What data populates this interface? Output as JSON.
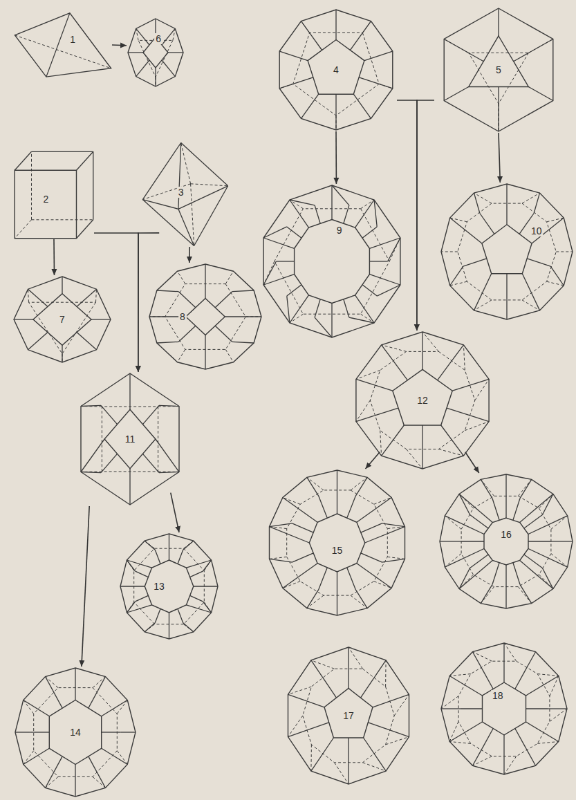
{
  "diagram": {
    "nodes": [
      {
        "text": [
          "1"
        ]
      },
      {
        "text": [
          "6"
        ]
      },
      {
        "text": [
          "4"
        ]
      },
      {
        "text": [
          "5"
        ]
      },
      {
        "text": [
          "2"
        ]
      },
      {
        "text": [
          "3"
        ]
      },
      {
        "text": [
          "9"
        ]
      },
      {
        "text": [
          "10"
        ]
      },
      {
        "text": [
          "7"
        ]
      },
      {
        "text": [
          "8"
        ]
      },
      {
        "text": [
          "12"
        ]
      },
      {
        "text": [
          "11"
        ]
      },
      {
        "text": [
          "15"
        ]
      },
      {
        "text": [
          "16"
        ]
      },
      {
        "text": [
          "13"
        ]
      },
      {
        "text": [
          "14"
        ]
      },
      {
        "text": [
          "17"
        ]
      },
      {
        "text": [
          "18"
        ]
      }
    ],
    "edges": [
      {
        "from": 0,
        "to": 1,
        "arrow": "to"
      },
      {
        "from": 2,
        "to": 6,
        "arrow": "to"
      },
      {
        "from": 3,
        "to": 7,
        "arrow": "to"
      },
      {
        "from": 4,
        "to": 8,
        "arrow": "to"
      },
      {
        "from": 5,
        "to": 9,
        "arrow": "to"
      },
      {
        "from": 4,
        "to": 11,
        "arrow": "to"
      },
      {
        "from": 5,
        "to": 11,
        "arrow": "to"
      },
      {
        "from": 2,
        "to": 10,
        "arrow": "to"
      },
      {
        "from": 3,
        "to": 10,
        "arrow": "to"
      },
      {
        "from": 11,
        "to": 14,
        "arrow": "to"
      },
      {
        "from": 11,
        "to": 15,
        "arrow": "to"
      },
      {
        "from": 10,
        "to": 12,
        "arrow": "to"
      },
      {
        "from": 10,
        "to": 13,
        "arrow": "to"
      }
    ]
  }
}
